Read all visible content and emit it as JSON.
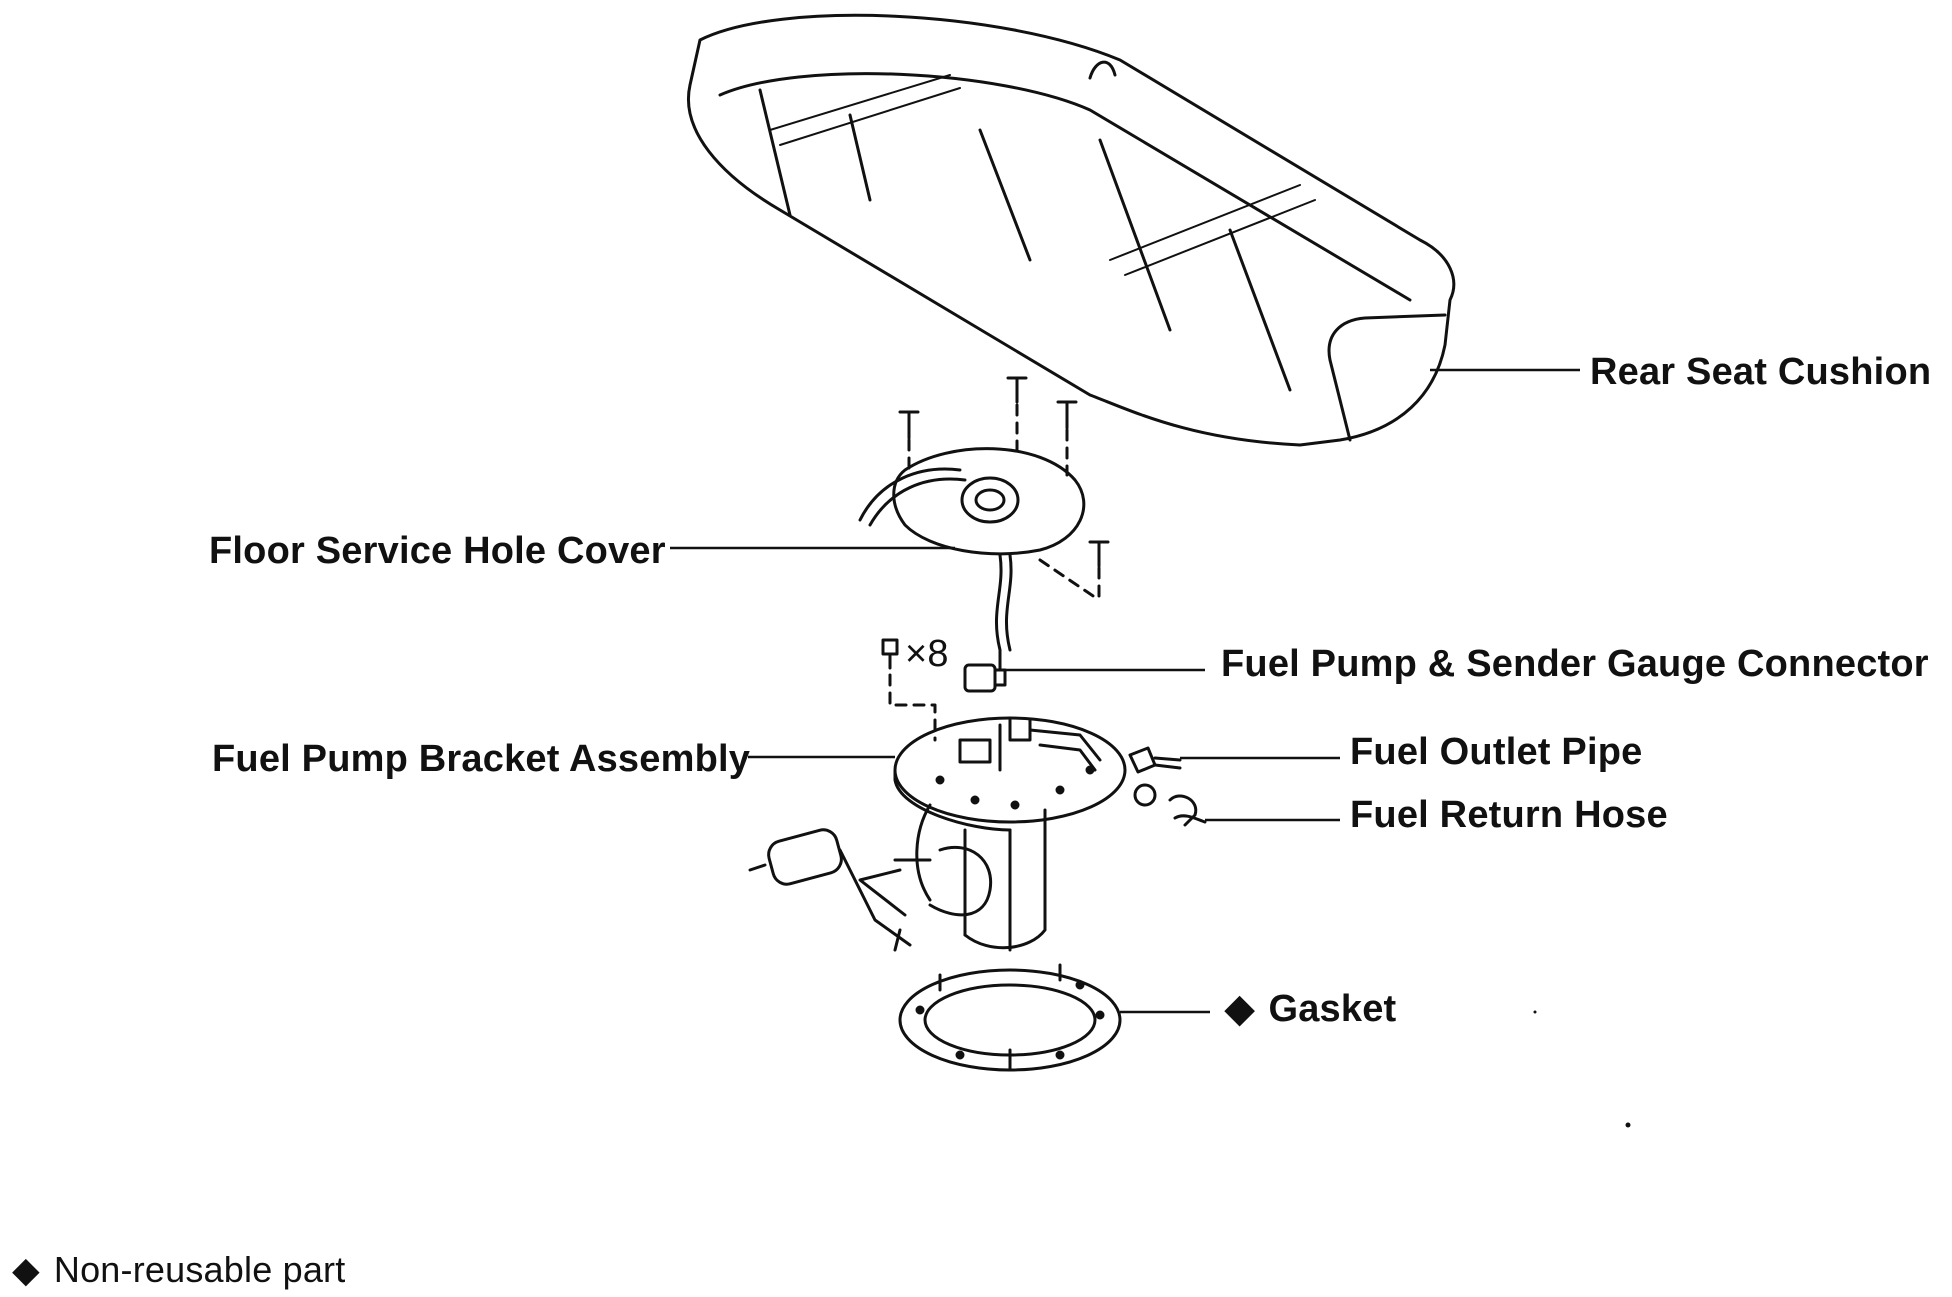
{
  "diagram": {
    "labels": {
      "rear_seat_cushion": "Rear Seat Cushion",
      "floor_service_hole_cover": "Floor Service Hole Cover",
      "fuel_pump_sender_gauge_connector": "Fuel Pump & Sender Gauge Connector",
      "fuel_pump_bracket_assembly": "Fuel Pump Bracket Assembly",
      "fuel_outlet_pipe": "Fuel Outlet Pipe",
      "fuel_return_hose": "Fuel Return Hose",
      "gasket": "Gasket",
      "screw_count": "×8"
    },
    "legend": {
      "symbol": "◆",
      "text": "Non-reusable part"
    }
  }
}
